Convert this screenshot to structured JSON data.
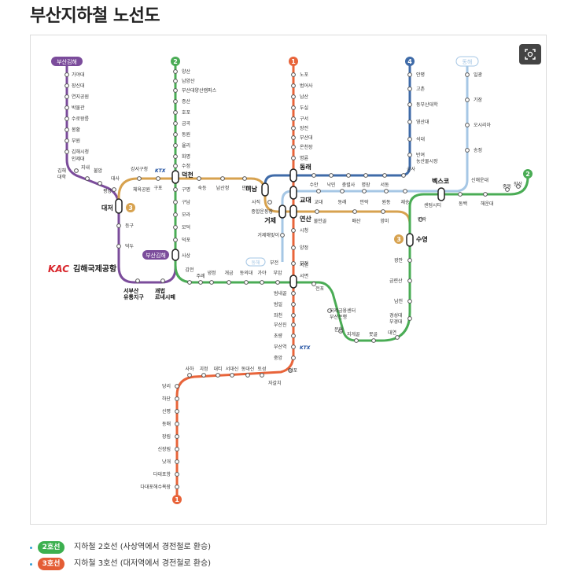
{
  "page": {
    "title": "부산지하철 노선도"
  },
  "colors": {
    "line1": "#e8643a",
    "line2": "#4aac55",
    "line3": "#d7a24f",
    "line4": "#3f6ba8",
    "donghae": "#a6c7e5",
    "gimhae": "#7b4c9b",
    "legend_line2": "#3cb04f",
    "legend_line3": "#e45d35"
  },
  "map": {
    "line_badges": [
      {
        "id": "badge-line1",
        "text": "1"
      },
      {
        "id": "badge-line2",
        "text": "2"
      },
      {
        "id": "badge-line4",
        "text": "4"
      },
      {
        "id": "badge-line2-east",
        "text": "2"
      },
      {
        "id": "badge-line3",
        "text": "3"
      },
      {
        "id": "badge-line3-b",
        "text": "3"
      },
      {
        "id": "badge-line1-end",
        "text": "1"
      }
    ],
    "line_tags": [
      {
        "id": "tag-gimhae-top",
        "text": "부산김해"
      },
      {
        "id": "tag-gimhae-sasang",
        "text": "부산김해"
      },
      {
        "id": "tag-donghae-top",
        "text": "동해"
      },
      {
        "id": "tag-donghae-bujeon",
        "text": "동해"
      }
    ],
    "airport_label": "김해국제공항",
    "airport_logo": "KAC",
    "ktx_marks": [
      "KTX",
      "KTX"
    ],
    "stations": {
      "gimhae": [
        "가야대",
        "장신대",
        "연지공원",
        "박물관",
        "수로왕릉",
        "봉황",
        "부원",
        "김해시청",
        "인제대",
        "김해 대학",
        "지내",
        "불암",
        "대사",
        "평강",
        "대저",
        "등구",
        "덕두",
        "공항",
        "서부산 유통지구",
        "괘법 르네시떼",
        "사상"
      ],
      "line2": [
        "양산",
        "남양산",
        "부산대양산캠퍼스",
        "증산",
        "호포",
        "금곡",
        "동원",
        "율리",
        "화명",
        "수정",
        "덕천",
        "구명",
        "구남",
        "모라",
        "모덕",
        "덕포",
        "사상",
        "감전",
        "주례",
        "냉정",
        "개금",
        "동의대",
        "가야",
        "부암",
        "서면",
        "전포",
        "국제금융센터 부산은행",
        "문현",
        "지게골",
        "못골",
        "대연",
        "경성대 부경대",
        "남천",
        "금련산",
        "광안",
        "수영",
        "민락",
        "센텀시티",
        "벡스코",
        "동백",
        "해운대",
        "중동",
        "장산"
      ],
      "line1": [
        "노포",
        "범어사",
        "남산",
        "두실",
        "구서",
        "장전",
        "부산대",
        "온천장",
        "명륜",
        "동래",
        "교대",
        "연산",
        "시청",
        "양정",
        "부전",
        "서면",
        "범내골",
        "범일",
        "좌천",
        "부산진",
        "초량",
        "부산역",
        "중앙",
        "남포",
        "자갈치",
        "토성",
        "동대신",
        "서대신",
        "대티",
        "괴정",
        "사하",
        "당리",
        "하단",
        "신평",
        "동매",
        "장림",
        "신장림",
        "낫개",
        "다대포항",
        "다대포해수욕장"
      ],
      "line3": [
        "강서구청",
        "체육공원",
        "구포",
        "숙등",
        "남산정",
        "만덕",
        "미남",
        "사직",
        "종합운동장",
        "거제",
        "연산",
        "물만골",
        "배산",
        "망미",
        "수영"
      ],
      "line4": [
        "안평",
        "고촌",
        "동부산대학",
        "영산대",
        "석대",
        "반여 농산물시장",
        "금사",
        "서동",
        "명장",
        "충렬사",
        "낙민",
        "수안",
        "동래",
        "미남"
      ],
      "donghae": [
        "일광",
        "기장",
        "오시리아",
        "송정",
        "신해운대",
        "벡스코",
        "센텀",
        "재송",
        "원동",
        "안락",
        "동래",
        "교대",
        "거제해맞이",
        "거제",
        "부전"
      ]
    }
  },
  "legend": [
    {
      "badge": "2호선",
      "text": "지하철 2호선 (사상역에서 경전철로 환승)",
      "color": "#3cb04f"
    },
    {
      "badge": "3호선",
      "text": "지하철 3호선 (대저역에서 경전철로 환승)",
      "color": "#e45d35"
    }
  ]
}
